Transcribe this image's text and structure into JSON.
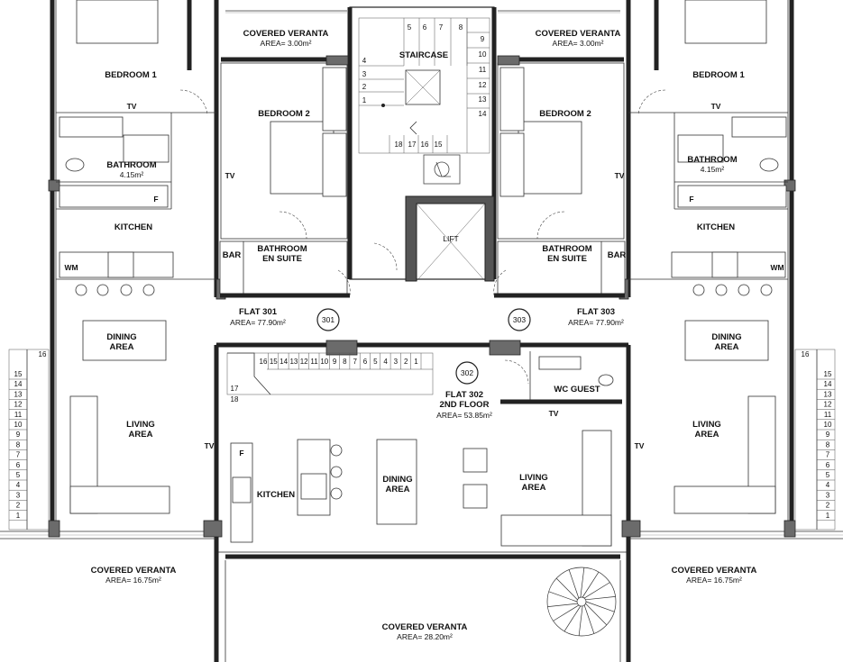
{
  "labels": {
    "veranda_top_left": "COVERED VERANTA",
    "veranda_top_left_area": "AREA= 3.00m²",
    "veranda_top_right": "COVERED VERANTA",
    "veranda_top_right_area": "AREA= 3.00m²",
    "staircase": "STAIRCASE",
    "lift": "LIFT",
    "bedroom1_left": "BEDROOM 1",
    "bedroom1_right": "BEDROOM 1",
    "bedroom2_left": "BEDROOM 2",
    "bedroom2_right": "BEDROOM 2",
    "bathroom_left": "BATHROOM",
    "bathroom_left_area": "4.15m²",
    "bathroom_right": "BATHROOM",
    "bathroom_right_area": "4.15m²",
    "kitchen_left": "KITCHEN",
    "kitchen_right": "KITCHEN",
    "kitchen_center": "KITCHEN",
    "ensuite_left_1": "BATHROOM",
    "ensuite_left_2": "EN SUITE",
    "ensuite_right_1": "BATHROOM",
    "ensuite_right_2": "EN SUITE",
    "bar_left": "BAR",
    "bar_right": "BAR",
    "flat301": "FLAT  301",
    "flat301_area": "AREA= 77.90m²",
    "flat303": "FLAT  303",
    "flat303_area": "AREA= 77.90m²",
    "tag301": "301",
    "tag302": "302",
    "tag303": "303",
    "flat302": "FLAT  302",
    "flat302_floor": "2ND FLOOR",
    "flat302_area": "AREA= 53.85m²",
    "wc_guest": "WC GUEST",
    "dining_left_1": "DINING",
    "dining_left_2": "AREA",
    "dining_right_1": "DINING",
    "dining_right_2": "AREA",
    "dining_center_1": "DINING",
    "dining_center_2": "AREA",
    "living_left_1": "LIVING",
    "living_left_2": "AREA",
    "living_right_1": "LIVING",
    "living_right_2": "AREA",
    "living_center_1": "LIVING",
    "living_center_2": "AREA",
    "veranda_bottom_left": "COVERED VERANTA",
    "veranda_bottom_left_area": "AREA= 16.75m²",
    "veranda_bottom_right": "COVERED VERANTA",
    "veranda_bottom_right_area": "AREA= 16.75m²",
    "veranda_bottom_center": "COVERED VERANTA",
    "veranda_bottom_center_area": "AREA= 28.20m²",
    "tv": "TV",
    "wm": "WM",
    "fridge": "F"
  },
  "stair_numbers": {
    "core_top": [
      "5",
      "6",
      "7",
      "8"
    ],
    "core_left": [
      "4",
      "3",
      "2",
      "1"
    ],
    "core_right": [
      "9",
      "10",
      "11",
      "12",
      "13",
      "14"
    ],
    "core_bottom": [
      "18",
      "17",
      "16",
      "15"
    ],
    "flat302_row": [
      "16",
      "15",
      "14",
      "13",
      "12",
      "11",
      "10",
      "9",
      "8",
      "7",
      "6",
      "5",
      "4",
      "3",
      "2",
      "1"
    ],
    "flat302_side": [
      "17",
      "18"
    ],
    "ext_top": "16",
    "ext_steps": [
      "15",
      "14",
      "13",
      "12",
      "11",
      "10",
      "9",
      "8",
      "7",
      "6",
      "5",
      "4",
      "3",
      "2",
      "1"
    ]
  }
}
